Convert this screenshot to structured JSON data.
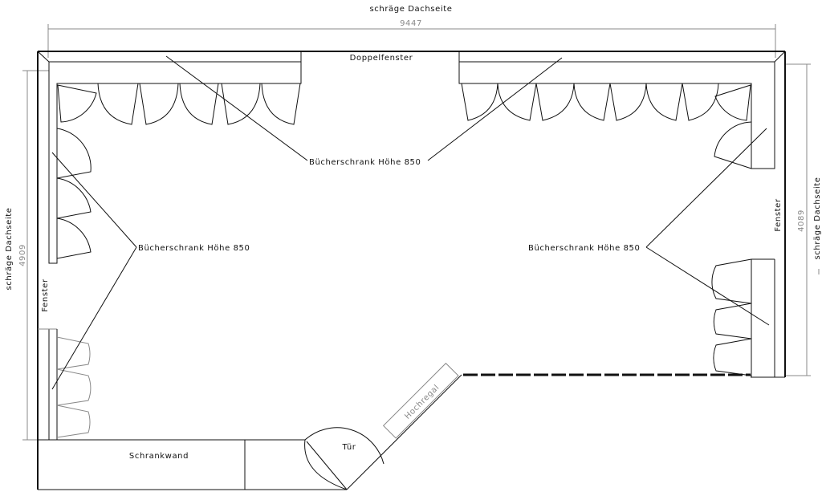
{
  "labels": {
    "top_roof": "schräge Dachseite",
    "top_dimension": "9447",
    "double_window": "Doppelfenster",
    "bookcase_top": "Bücherschrank Höhe 850",
    "bookcase_left": "Bücherschrank Höhe 850",
    "bookcase_right": "Bücherschrank Höhe 850",
    "left_roof": "schräge Dachseite",
    "left_dimension": "4909",
    "left_window": "Fenster",
    "right_roof": "schräge Dachseite",
    "right_dimension": "4089",
    "right_window": "Fenster",
    "wardrobe": "Schrankwand",
    "door": "Tür",
    "tall_shelf": "Hochregal"
  }
}
